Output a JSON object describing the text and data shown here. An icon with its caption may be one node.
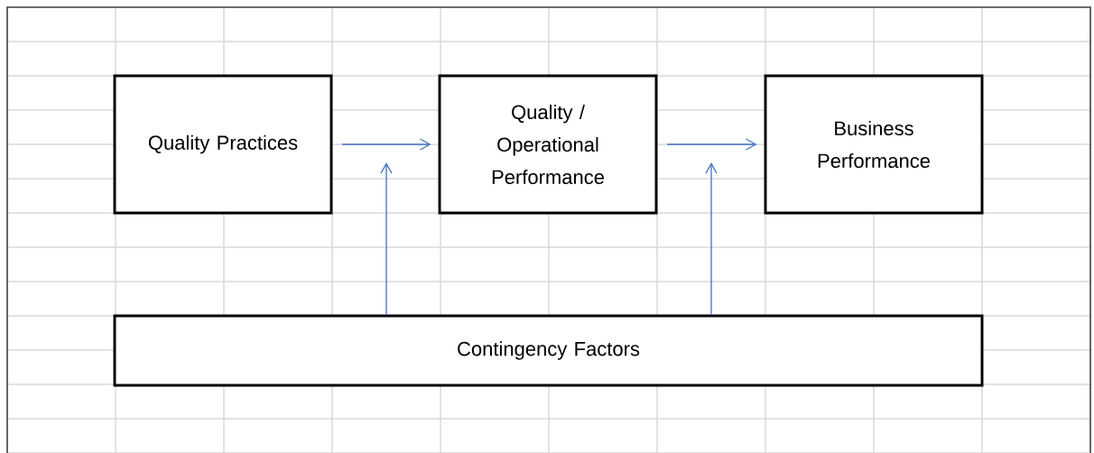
{
  "diagram": {
    "nodes": [
      {
        "text": [
          "Quality Practices"
        ]
      },
      {
        "text": [
          "Quality / Operational Performance"
        ]
      },
      {
        "text": [
          "Business Performance"
        ]
      },
      {
        "text": [
          "Contingency Factors"
        ]
      }
    ],
    "edges": [
      {
        "from": 0,
        "to": 1,
        "arrow": "to"
      },
      {
        "from": 1,
        "to": 2,
        "arrow": "to"
      },
      {
        "from": 3,
        "to": null,
        "arrow": "to"
      },
      {
        "from": 3,
        "to": null,
        "arrow": "to"
      }
    ]
  }
}
